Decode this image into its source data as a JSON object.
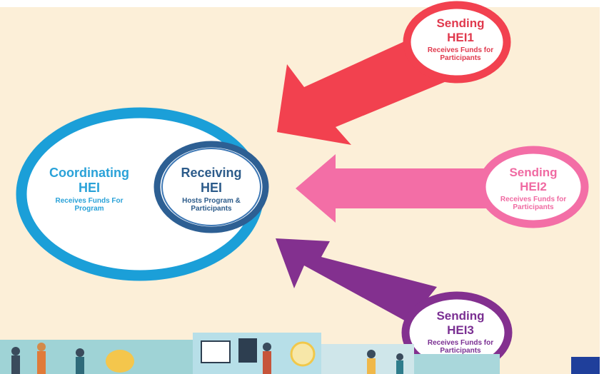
{
  "diagram": {
    "coordinating": {
      "title_line1": "Coordinating",
      "title_line2": "HEI",
      "subtitle": "Receives Funds For Program"
    },
    "receiving": {
      "title_line1": "Receiving",
      "title_line2": "HEI",
      "subtitle": "Hosts Program & Participants"
    },
    "sending": [
      {
        "title_line1": "Sending",
        "title_line2": "HEI1",
        "subtitle": "Receives Funds for Participants",
        "color": "#f2414f"
      },
      {
        "title_line1": "Sending",
        "title_line2": "HEI2",
        "subtitle": "Receives Funds for Participants",
        "color": "#f36ea6"
      },
      {
        "title_line1": "Sending",
        "title_line2": "HEI3",
        "subtitle": "Receives Funds for Participants",
        "color": "#83308f"
      }
    ]
  },
  "colors": {
    "background": "#fcefd8",
    "coordinating_ring": "#1b9fd8",
    "receiving_ring": "#2d5f93",
    "receiving_ring_inner": "#3e78b5"
  }
}
